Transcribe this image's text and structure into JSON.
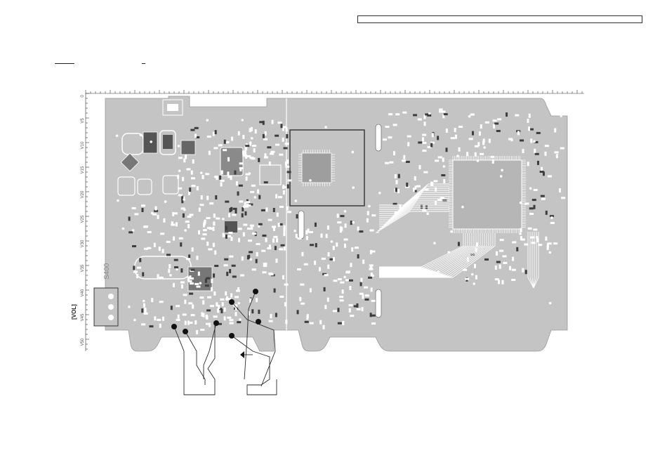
{
  "header": {
    "box_text": ""
  },
  "board": {
    "volume_label": "[VOL]",
    "connector_refdes": "S400",
    "ruler_ticks": [
      "0",
      "V5",
      "V10",
      "V15",
      "V20",
      "V25",
      "V30",
      "V35",
      "V40",
      "V45",
      "V50"
    ],
    "colors": {
      "board_fill": "#c4c4c4",
      "pad": "#ffffff",
      "trace": "#8a8a8a",
      "outline": "#2b2b2b",
      "ic": "#6e6e6e"
    }
  }
}
